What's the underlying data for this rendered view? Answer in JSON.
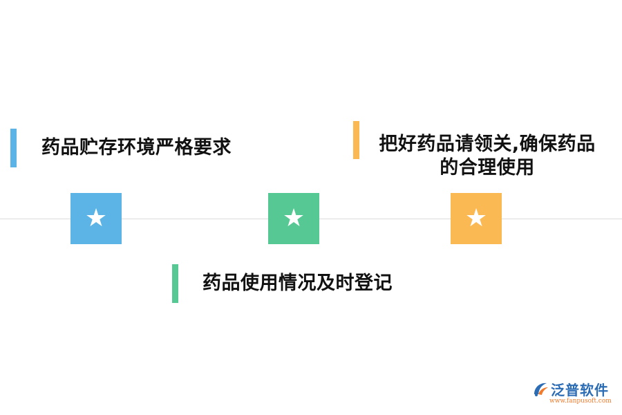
{
  "diagram": {
    "milestones": [
      {
        "text": "药品贮存环境严格要求",
        "position": "above",
        "color": "#5bb4e5"
      },
      {
        "text": "药品使用情况及时登记",
        "position": "below",
        "color": "#55c893"
      },
      {
        "text_line1": "把好药品请领关,确保药品",
        "text_line2": "的合理使用",
        "position": "above",
        "color": "#fbb954"
      }
    ],
    "tile_icon": "star-icon",
    "tile_glyph": "★",
    "line_color": "#dcdcdc"
  },
  "watermark": {
    "brand": "泛普软件",
    "url": "www.fanpusoft.com",
    "brand_color": "#2b6cb5",
    "accent_color": "#f07b2c"
  }
}
